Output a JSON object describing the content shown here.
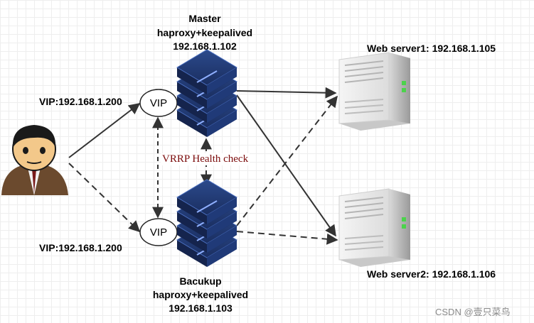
{
  "master": {
    "title": "Master",
    "software": "haproxy+keepalived",
    "ip": "192.168.1.102"
  },
  "backup": {
    "title": "Bacukup",
    "software": "haproxy+keepalived",
    "ip": "192.168.1.103"
  },
  "vip": {
    "label_top": "VIP:192.168.1.200",
    "label_bottom": "VIP:192.168.1.200",
    "node_text": "VIP"
  },
  "health_check": "VRRP Health check",
  "web1": "Web server1: 192.168.1.105",
  "web2": "Web server2: 192.168.1.106",
  "watermark": "CSDN @壹只菜鸟",
  "colors": {
    "server_body": "#1e3366",
    "server_edge": "#3355a0",
    "vrrp_text": "#7b0b0b",
    "line": "#333333"
  },
  "icons": [
    "user-avatar-icon",
    "server-stack-icon",
    "web-server-tower-icon"
  ]
}
